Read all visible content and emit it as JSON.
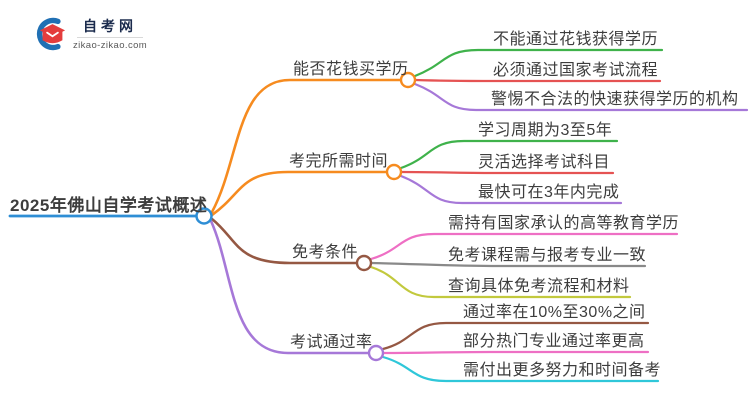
{
  "logo": {
    "title": "自考网",
    "domain": "zikao-zikao.com",
    "icon_colors": {
      "crescent": "#2070b4",
      "cap": "#e43d3d"
    }
  },
  "central": {
    "label": "2025年佛山自学考试概述",
    "color": "#2e8ed5"
  },
  "branches": [
    {
      "label": "能否花钱买学历",
      "color": "#f68b1f",
      "children": [
        {
          "label": "不能通过花钱获得学历",
          "color": "#3fb24b"
        },
        {
          "label": "必须通过国家考试流程",
          "color": "#e55353"
        },
        {
          "label": "警惕不合法的快速获得学历的机构",
          "color": "#a678d8"
        }
      ]
    },
    {
      "label": "考完所需时间",
      "color": "#f68b1f",
      "children": [
        {
          "label": "学习周期为3至5年",
          "color": "#3fb24b"
        },
        {
          "label": "灵活选择考试科目",
          "color": "#e55353"
        },
        {
          "label": "最快可在3年内完成",
          "color": "#a678d8"
        }
      ]
    },
    {
      "label": "免考条件",
      "color": "#955843",
      "children": [
        {
          "label": "需持有国家承认的高等教育学历",
          "color": "#ee6fc4"
        },
        {
          "label": "免考课程需与报考专业一致",
          "color": "#898989"
        },
        {
          "label": "查询具体免考流程和材料",
          "color": "#c2c93d"
        }
      ]
    },
    {
      "label": "考试通过率",
      "color": "#a678d8",
      "children": [
        {
          "label": "通过率在10%至30%之间",
          "color": "#955843"
        },
        {
          "label": "部分热门专业通过率更高",
          "color": "#ee6fc4"
        },
        {
          "label": "需付出更多努力和时间备考",
          "color": "#2fc7d9"
        }
      ]
    }
  ],
  "colors": {
    "background": "#ffffff",
    "text": "#3d3d3d"
  }
}
